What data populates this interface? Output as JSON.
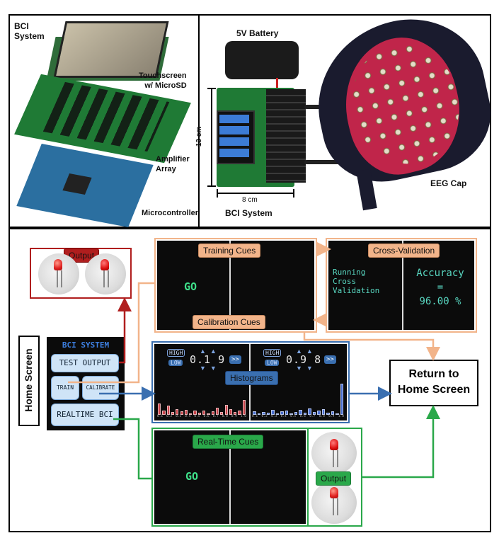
{
  "top_left": {
    "title": "BCI\nSystem",
    "touchscreen": "Touchscreen\nw/ MicroSD",
    "amplifier": "Amplifier\nArray",
    "microcontroller": "Microcontroller"
  },
  "top_right": {
    "battery": "5V Battery",
    "height_dim": "13 cm",
    "width_dim": "8 cm",
    "bci_system": "BCI System",
    "eeg_cap": "EEG Cap"
  },
  "device_screen": {
    "title": "BCI SYSTEM",
    "test_output": "TEST OUTPUT",
    "train": "TRAIN",
    "calibrate": "CALIBRATE",
    "realtime": "REALTIME BCI"
  },
  "home": {
    "vertical_label": "Home Screen",
    "title": "BCI SYSTEM",
    "test_output": "TEST OUTPUT",
    "train": "TRAIN",
    "calibrate": "CALIBRATE",
    "realtime": "REALTIME BCI"
  },
  "output_top": {
    "label": "Output"
  },
  "training": {
    "label": "Training Cues",
    "go": "GO",
    "calibration_label": "Calibration Cues"
  },
  "crossval": {
    "label": "Cross-Validation",
    "running": "Running\nCross\nValidation",
    "accuracy": "Accuracy\n=\n96.00 %"
  },
  "histograms": {
    "label": "Histograms",
    "high": "HIGH",
    "low": "LOW",
    "left_value": "0.1 9",
    "right_value": "0.9 8",
    "next": ">>",
    "left_ticks": [
      "0.1",
      "0.2",
      "0.3",
      "0.4",
      "0.5",
      "0.6",
      "0.7",
      "0.8",
      "0.9",
      "1.0"
    ],
    "right_ticks": [
      "0.1",
      "0.2",
      "0.3",
      "0.4",
      "0.5",
      "0.6",
      "0.7",
      "0.8",
      "0.9",
      "1.0"
    ]
  },
  "return_home": {
    "label": "Return to\nHome Screen"
  },
  "realtime": {
    "label": "Real-Time Cues",
    "go": "GO"
  },
  "output_bottom": {
    "label": "Output"
  },
  "colors": {
    "red": "#b01e1e",
    "orange": "#f2b48a",
    "blue": "#3a6fb0",
    "green": "#2aa84a",
    "screen_text": "#3ee08a",
    "lcd_text": "#58d6c0"
  },
  "hist_left_bars": [
    0.35,
    0.12,
    0.28,
    0.08,
    0.18,
    0.1,
    0.15,
    0.05,
    0.12,
    0.06,
    0.14,
    0.05,
    0.1,
    0.22,
    0.08,
    0.3,
    0.18,
    0.09,
    0.12,
    0.45
  ],
  "hist_right_bars": [
    0.1,
    0.04,
    0.08,
    0.06,
    0.16,
    0.05,
    0.1,
    0.12,
    0.04,
    0.09,
    0.15,
    0.06,
    0.2,
    0.08,
    0.12,
    0.18,
    0.07,
    0.1,
    0.05,
    0.95
  ]
}
